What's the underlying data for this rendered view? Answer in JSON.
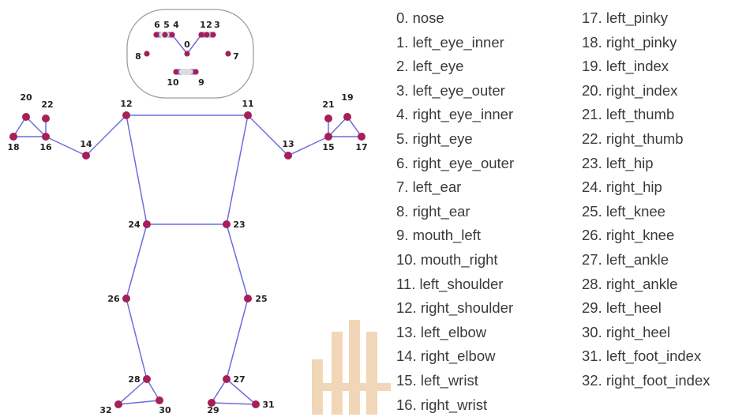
{
  "colors": {
    "bone": "#6c6ce0",
    "joint": "#a61f57",
    "face_box": "#9e9e9e",
    "watermark": "#f1d7b7",
    "text": "#3a3a3a"
  },
  "landmarks": [
    {
      "id": "0",
      "name": "nose"
    },
    {
      "id": "1",
      "name": "left_eye_inner"
    },
    {
      "id": "2",
      "name": "left_eye"
    },
    {
      "id": "3",
      "name": "left_eye_outer"
    },
    {
      "id": "4",
      "name": "right_eye_inner"
    },
    {
      "id": "5",
      "name": "right_eye"
    },
    {
      "id": "6",
      "name": "right_eye_outer"
    },
    {
      "id": "7",
      "name": "left_ear"
    },
    {
      "id": "8",
      "name": "right_ear"
    },
    {
      "id": "9",
      "name": "mouth_left"
    },
    {
      "id": "10",
      "name": "mouth_right"
    },
    {
      "id": "11",
      "name": "left_shoulder"
    },
    {
      "id": "12",
      "name": "right_shoulder"
    },
    {
      "id": "13",
      "name": "left_elbow"
    },
    {
      "id": "14",
      "name": "right_elbow"
    },
    {
      "id": "15",
      "name": "left_wrist"
    },
    {
      "id": "16",
      "name": "right_wrist"
    },
    {
      "id": "17",
      "name": "left_pinky"
    },
    {
      "id": "18",
      "name": "right_pinky"
    },
    {
      "id": "19",
      "name": "left_index"
    },
    {
      "id": "20",
      "name": "right_index"
    },
    {
      "id": "21",
      "name": "left_thumb"
    },
    {
      "id": "22",
      "name": "right_thumb"
    },
    {
      "id": "23",
      "name": "left_hip"
    },
    {
      "id": "24",
      "name": "right_hip"
    },
    {
      "id": "25",
      "name": "left_knee"
    },
    {
      "id": "26",
      "name": "right_knee"
    },
    {
      "id": "27",
      "name": "left_ankle"
    },
    {
      "id": "28",
      "name": "right_ankle"
    },
    {
      "id": "29",
      "name": "left_heel"
    },
    {
      "id": "30",
      "name": "right_heel"
    },
    {
      "id": "31",
      "name": "left_foot_index"
    },
    {
      "id": "32",
      "name": "right_foot_index"
    }
  ],
  "connections": [
    [
      "11",
      "12"
    ],
    [
      "11",
      "13"
    ],
    [
      "13",
      "15"
    ],
    [
      "15",
      "17"
    ],
    [
      "15",
      "19"
    ],
    [
      "17",
      "19"
    ],
    [
      "15",
      "21"
    ],
    [
      "12",
      "14"
    ],
    [
      "14",
      "16"
    ],
    [
      "16",
      "18"
    ],
    [
      "16",
      "20"
    ],
    [
      "18",
      "20"
    ],
    [
      "16",
      "22"
    ],
    [
      "11",
      "23"
    ],
    [
      "12",
      "24"
    ],
    [
      "23",
      "24"
    ],
    [
      "23",
      "25"
    ],
    [
      "25",
      "27"
    ],
    [
      "27",
      "29"
    ],
    [
      "27",
      "31"
    ],
    [
      "29",
      "31"
    ],
    [
      "24",
      "26"
    ],
    [
      "26",
      "28"
    ],
    [
      "28",
      "30"
    ],
    [
      "28",
      "32"
    ],
    [
      "30",
      "32"
    ],
    [
      "0",
      "4"
    ],
    [
      "0",
      "1"
    ]
  ]
}
